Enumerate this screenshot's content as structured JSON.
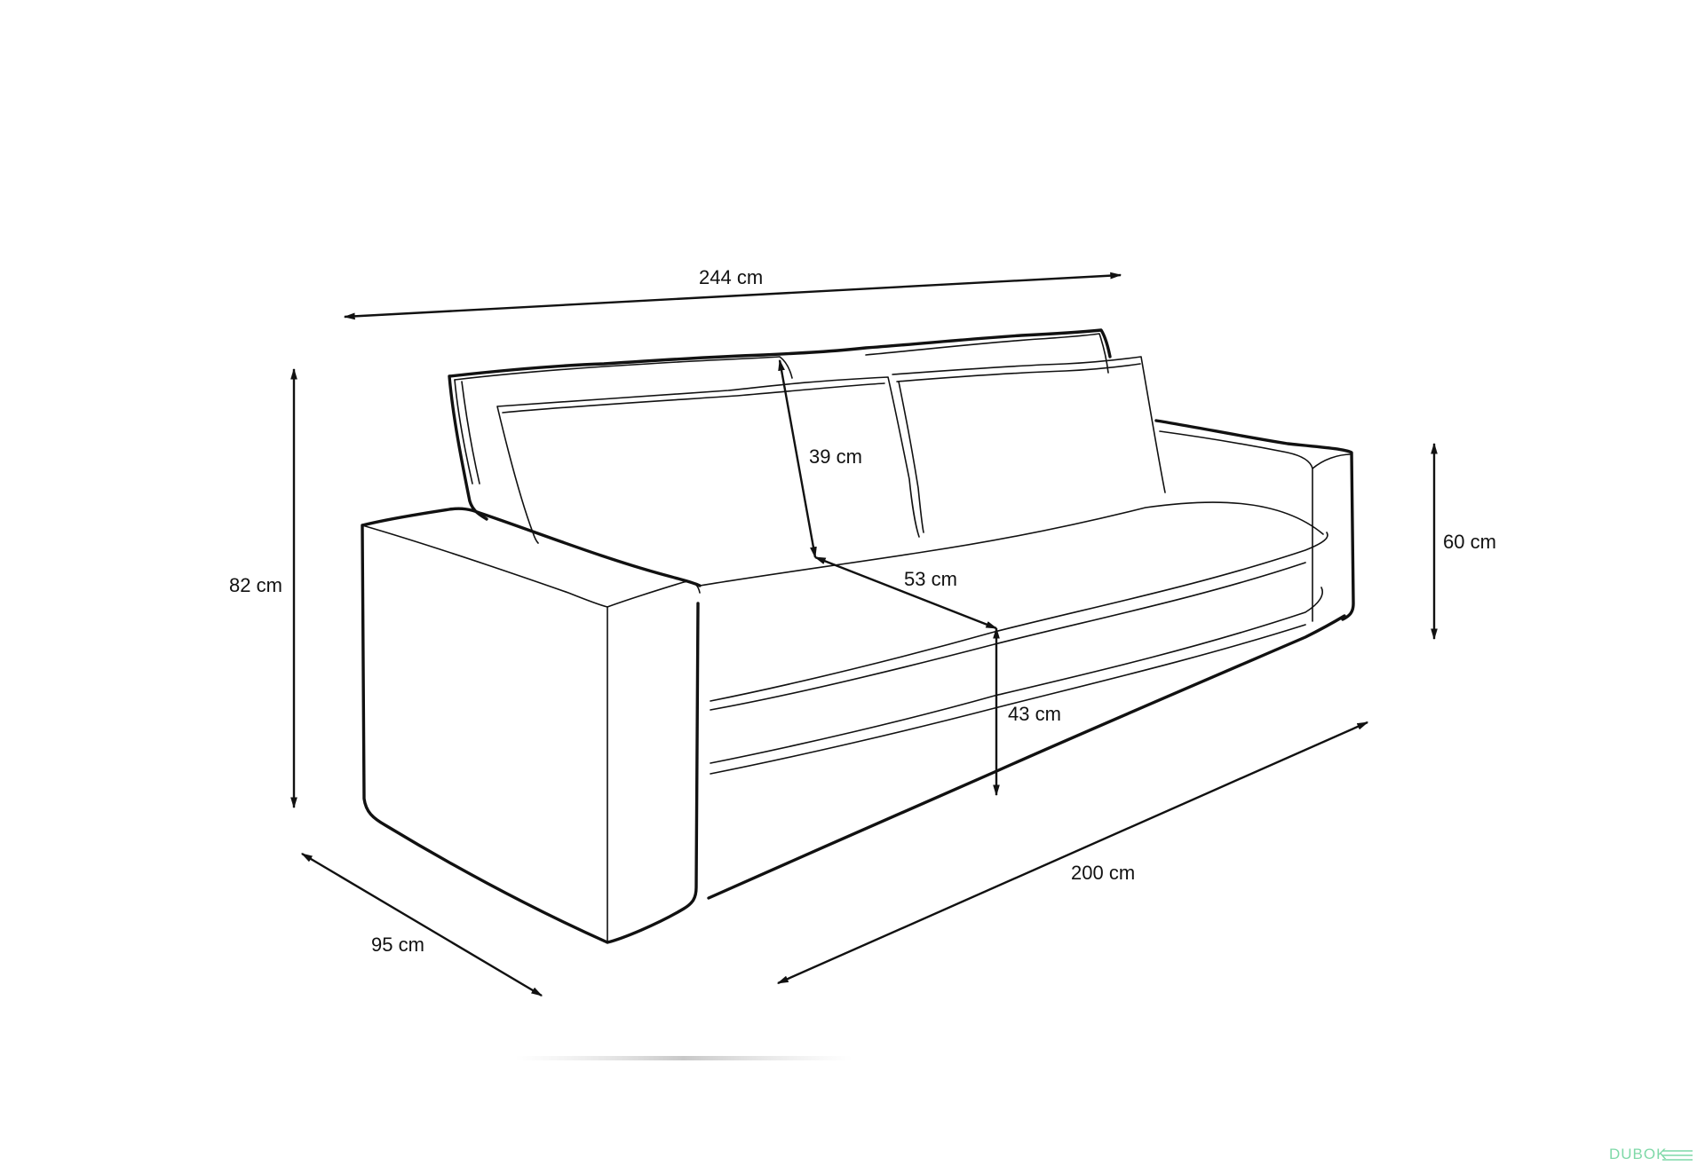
{
  "dimensions": {
    "overall_width": "244 cm",
    "overall_height": "82 cm",
    "depth": "95 cm",
    "seat_width": "200 cm",
    "armrest_height": "60 cm",
    "back_cushion_height": "39 cm",
    "seat_depth": "53 cm",
    "seat_height": "43 cm"
  },
  "watermark": {
    "text": "DUBOK",
    "color": "#7fd9a8"
  },
  "colors": {
    "line": "#111111",
    "background": "#ffffff"
  }
}
